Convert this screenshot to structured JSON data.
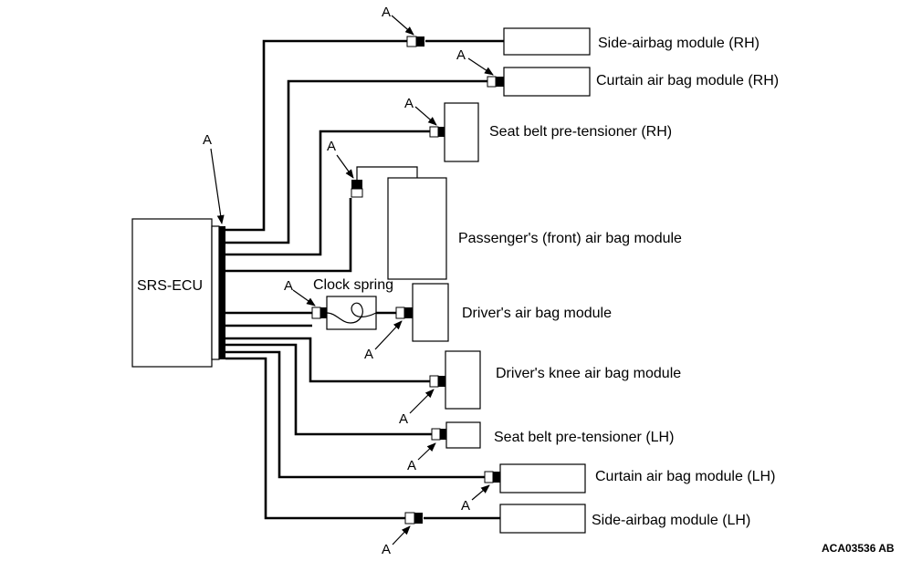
{
  "ecu": {
    "label": "SRS-ECU"
  },
  "connector_label": "A",
  "components": {
    "side_airbag_rh": "Side-airbag module (RH)",
    "curtain_airbag_rh": "Curtain air bag module (RH)",
    "seat_belt_rh": "Seat belt pre-tensioner (RH)",
    "passenger_airbag": "Passenger's (front) air bag module",
    "clock_spring": "Clock spring",
    "driver_airbag": "Driver's air bag module",
    "driver_knee_airbag": "Driver's knee air bag module",
    "seat_belt_lh": "Seat belt pre-tensioner (LH)",
    "curtain_airbag_lh": "Curtain air bag module (LH)",
    "side_airbag_lh": "Side-airbag module (LH)"
  },
  "figure_code": "ACA03536 AB"
}
